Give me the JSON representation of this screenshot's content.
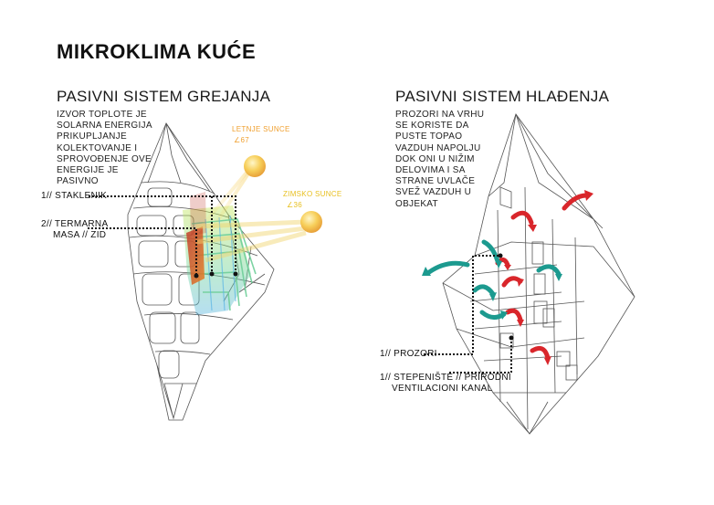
{
  "page_title": "MIKROKLIMA KUĆE",
  "heating": {
    "title": "PASIVNI SISTEM GREJANJA",
    "description": [
      "IZVOR TOPLOTE JE",
      "SOLARNA ENERGIJA",
      "PRIKUPLJANJE",
      "KOLEKTOVANJE I",
      "SPROVOĐENJE OVE",
      "ENERGIJE JE",
      "PASIVNO"
    ],
    "label_1": "1// STAKLENIK",
    "label_2_line1": "2// TERMARNA",
    "label_2_line2": "MASA // ZID",
    "summer_sun": "LETNJE SUNCE",
    "summer_angle": "∠67",
    "winter_sun": "ZIMSKO SUNCE",
    "winter_angle": "∠36",
    "colors": {
      "summer": "#f0a030",
      "winter": "#e8c020"
    }
  },
  "cooling": {
    "title": "PASIVNI SISTEM HLAĐENJA",
    "description": [
      "PROZORI NA VRHU",
      "SE KORISTE DA",
      "PUSTE TOPAO",
      "VAZDUH NAPOLJU",
      "DOK ONI U NIŽIM",
      "DELOVIMA I SA",
      "STRANE UVLAČE",
      "SVEŽ VAZDUH U",
      "OBJEKAT"
    ],
    "label_1": "1// PROZORI",
    "label_2_line1": "1// STEPENIŠTE // PRIRODNI",
    "label_2_line2": "VENTILACIONI KANAL",
    "colors": {
      "warm_air": "#d9262b",
      "fresh_air": "#1c9a8f"
    }
  }
}
